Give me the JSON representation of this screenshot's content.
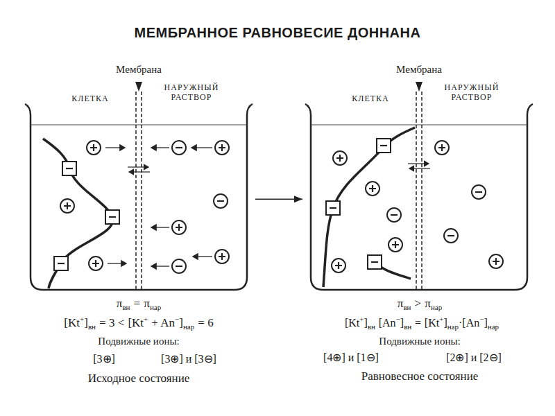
{
  "diagram": {
    "title": "МЕМБРАННОЕ РАВНОВЕСИЕ ДОННАНА",
    "nodes": [
      {
        "text": [
          "Мембрана",
          "КЛЕТКА",
          "НАРУЖНЫЙ РАСТВОР"
        ]
      },
      {
        "text": [
          "Мембрана",
          "КЛЕТКА",
          "НАРУЖНЫЙ РАСТВОР"
        ]
      }
    ],
    "edges": [
      {
        "from": 0,
        "to": 1,
        "arrow": "to"
      }
    ],
    "labels": [
      "π",
      "вн",
      "=",
      "π",
      "нар",
      "[Kt",
      "+",
      "]",
      "вн",
      "= 3 <",
      "[Kt",
      "+",
      "+ An",
      "−",
      "]",
      "нар",
      "= 6",
      "Подвижные ионы:",
      "[3⊕]",
      "[3⊕] и [3⊖]",
      "Исходное состояние",
      "π",
      "вн",
      ">",
      "π",
      "нар",
      "[Kt",
      "+",
      "]",
      "вн",
      "[An",
      "−",
      "]",
      "вн",
      "=",
      "[Kt",
      "+",
      "]",
      "нар",
      "·",
      "[An",
      "−",
      "]",
      "нар",
      "Подвижные ионы:",
      "[4⊕] и [1⊖]",
      "[2⊕] и [2⊖]",
      "Равновесное состояние"
    ]
  }
}
